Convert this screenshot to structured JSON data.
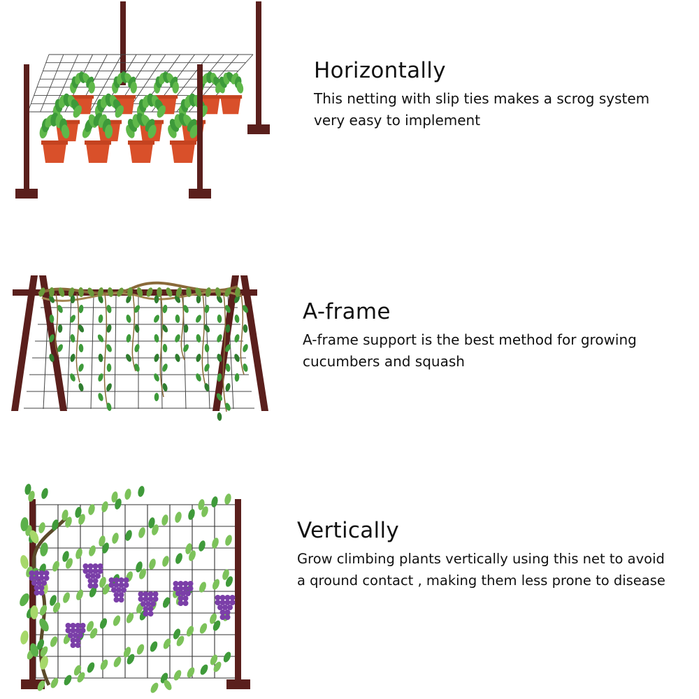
{
  "sections": [
    {
      "title": "Horizontally",
      "lines": [
        "This netting with slip ties makes a scrog system",
        "very easy to implement"
      ]
    },
    {
      "title": "A-frame",
      "lines": [
        "A-frame support is the best method for growing",
        "cucumbers and squash"
      ]
    },
    {
      "title": "Vertically",
      "lines": [
        "Grow climbing plants vertically using this net to avoid",
        "a qround contact , making them less prone to disease"
      ]
    }
  ],
  "colors": {
    "post": "#5a1f1c",
    "leaf": "#3d9a3a",
    "leaf_light": "#8fce6a",
    "pot": "#d9502a",
    "grape": "#7b3fa8",
    "net": "#333333",
    "vine": "#8a6a3a"
  }
}
